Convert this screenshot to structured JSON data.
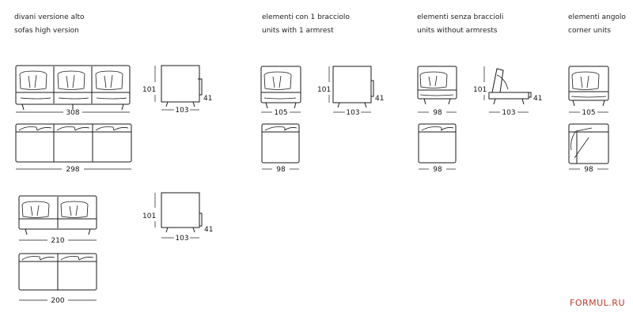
{
  "sections": [
    {
      "line1": "divani versione alto",
      "line2": "sofas high version"
    },
    {
      "line1": "elementi con 1 bracciolo",
      "line2": "units with 1 armrest"
    },
    {
      "line1": "elementi senza braccioli",
      "line2": "units without armrests"
    },
    {
      "line1": "elementi angolo",
      "line2": "corner units"
    }
  ],
  "dimensions": {
    "sofa3_width": "308",
    "sofa3_depth": "298",
    "side_height": "101",
    "side_depth": "103",
    "seat_height": "41",
    "arm_unit_width": "105",
    "arm_unit_plan": "98",
    "noarm_width": "98",
    "noarm_plan": "98",
    "corner_width": "105",
    "corner_plan": "98",
    "sofa2_width": "210",
    "sofa2_depth": "200"
  },
  "watermark": {
    "text": "FORMUL.RU",
    "color": "#c0392b"
  }
}
